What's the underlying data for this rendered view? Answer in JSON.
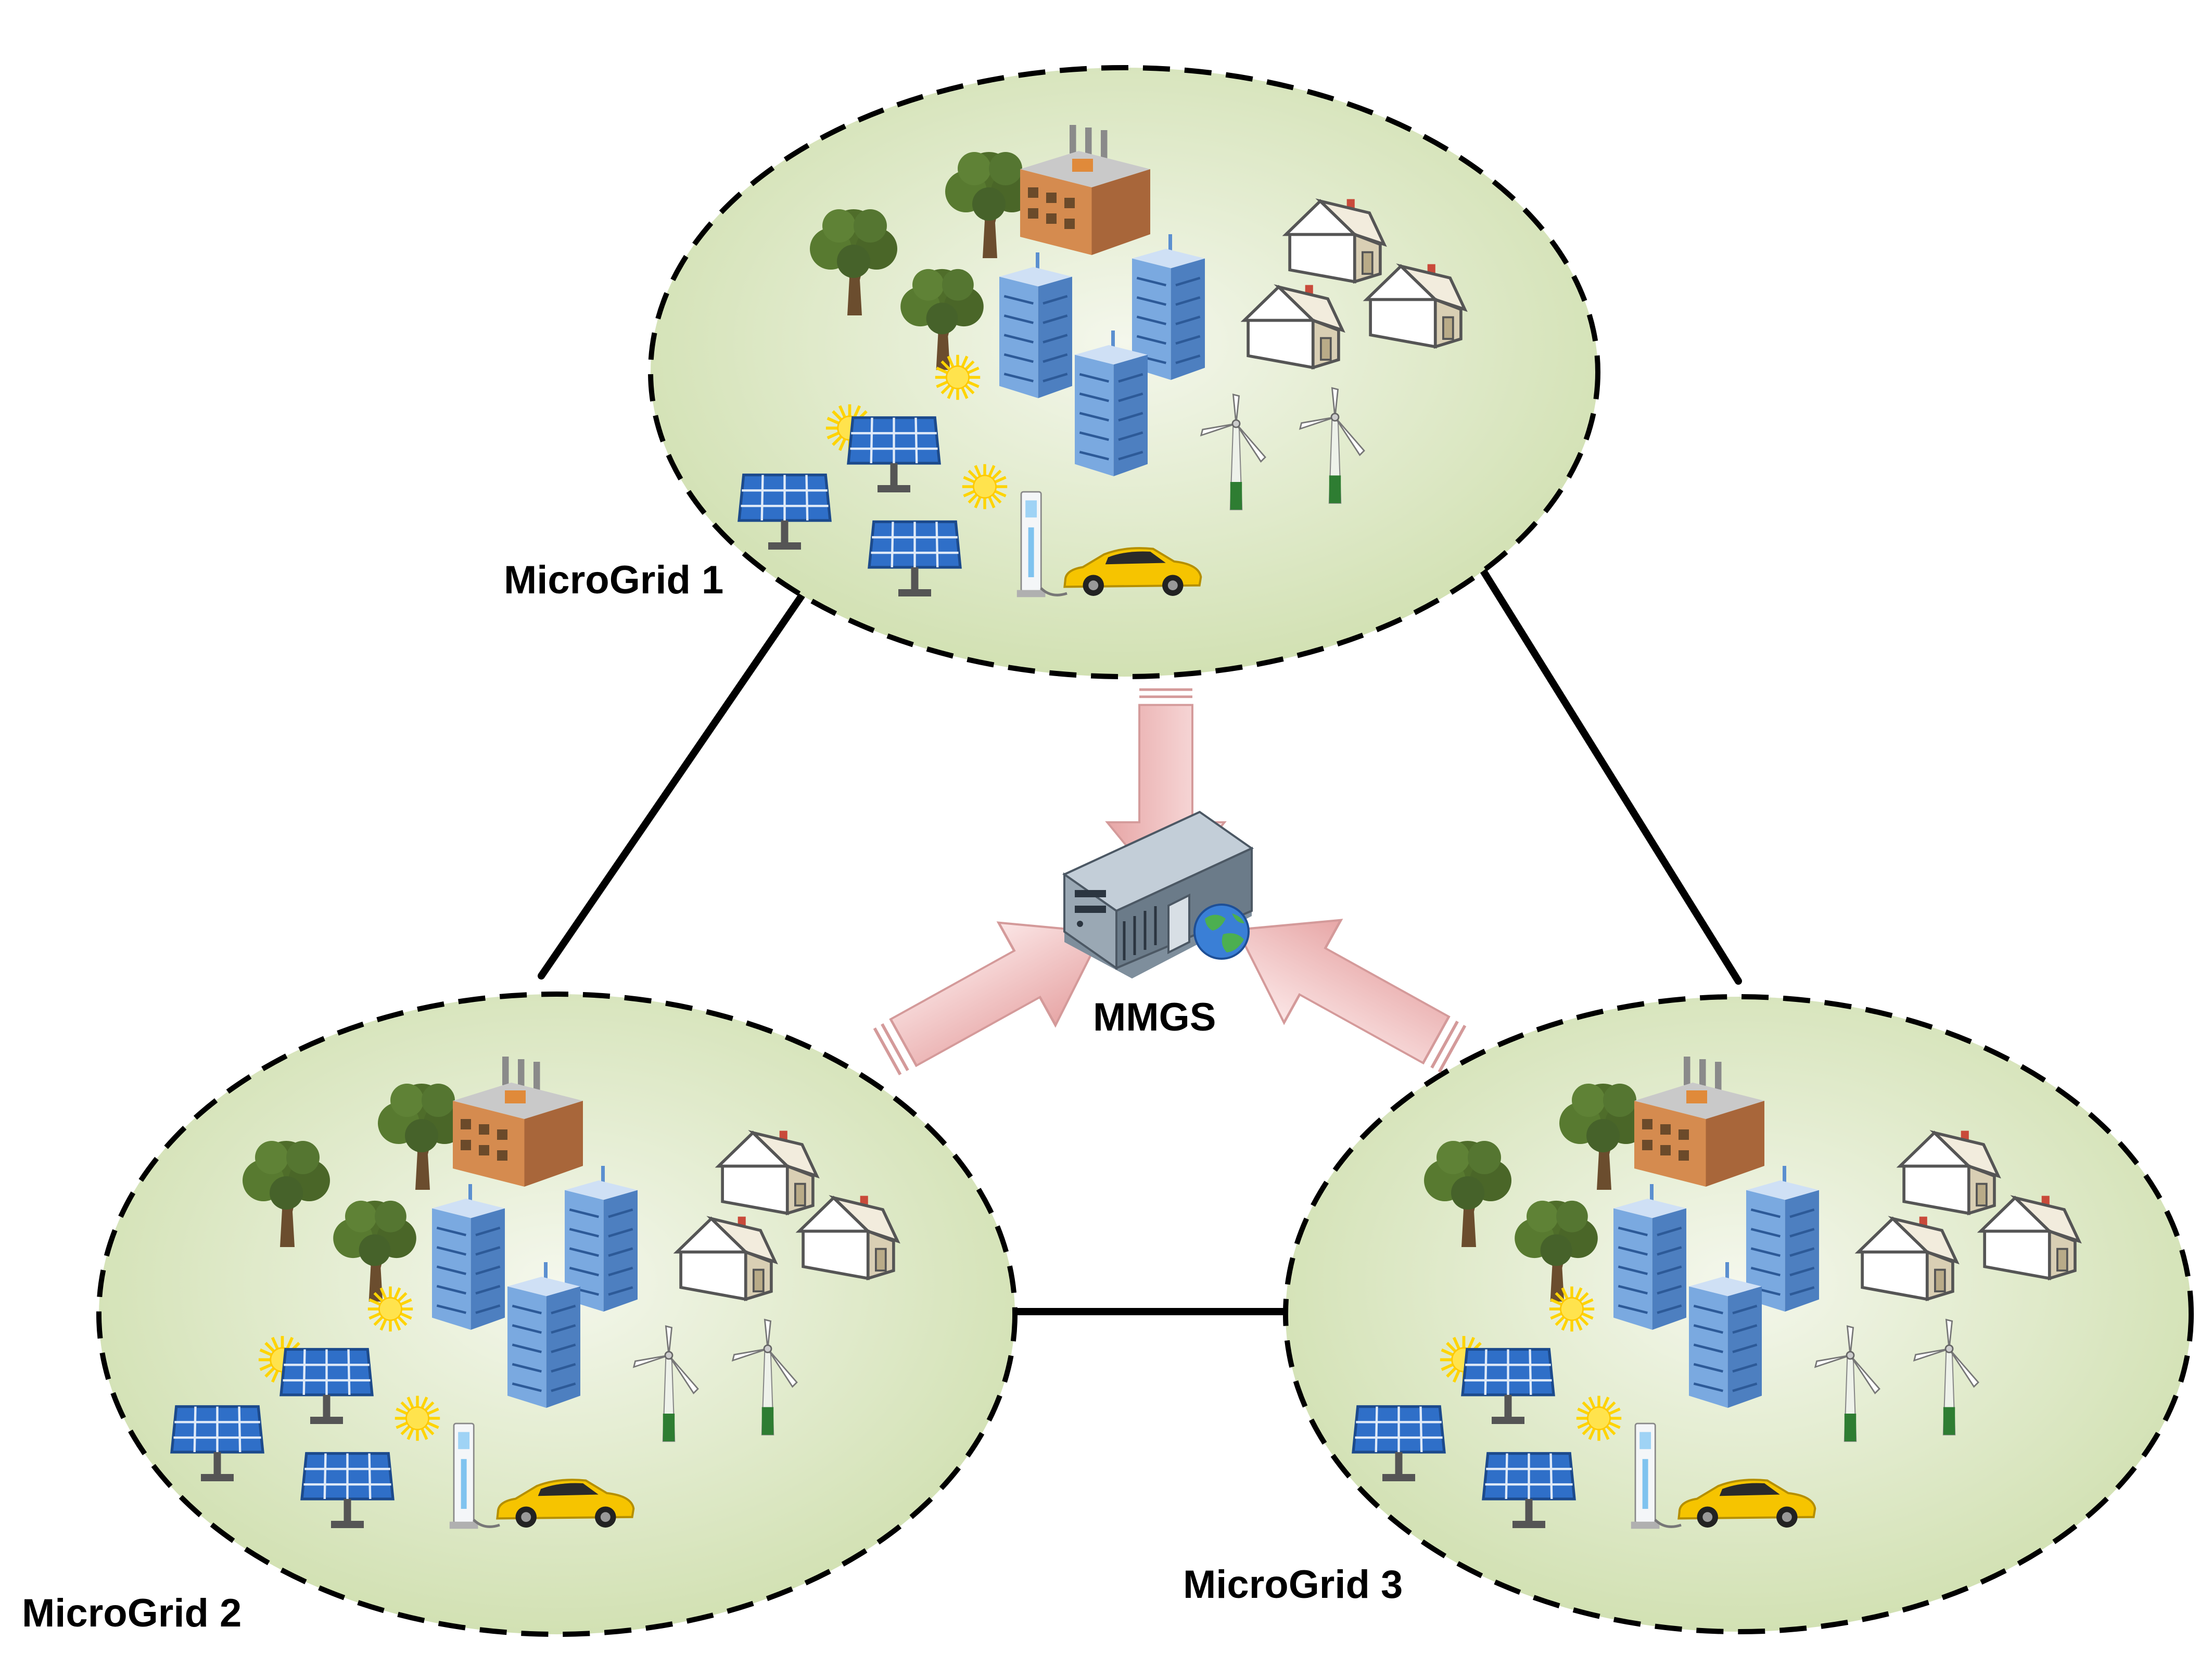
{
  "microgrids": [
    {
      "label": "MicroGrid 1"
    },
    {
      "label": "MicroGrid 2"
    },
    {
      "label": "MicroGrid 3"
    }
  ],
  "center": {
    "label": "MMGS"
  },
  "colors": {
    "ellipse_fill_inner": "#f3f6ea",
    "ellipse_fill_outer": "#cfdfae",
    "arrow_fill": "#eeb9b9",
    "arrow_stroke": "#d49a9a",
    "tree": "#4f6d2a",
    "solar_panel": "#2f6fc8",
    "sun": "#ffd400",
    "building": "#5b8fd0",
    "factory": "#d7874b",
    "car": "#f6c400",
    "turbine": "#2e7d32"
  }
}
